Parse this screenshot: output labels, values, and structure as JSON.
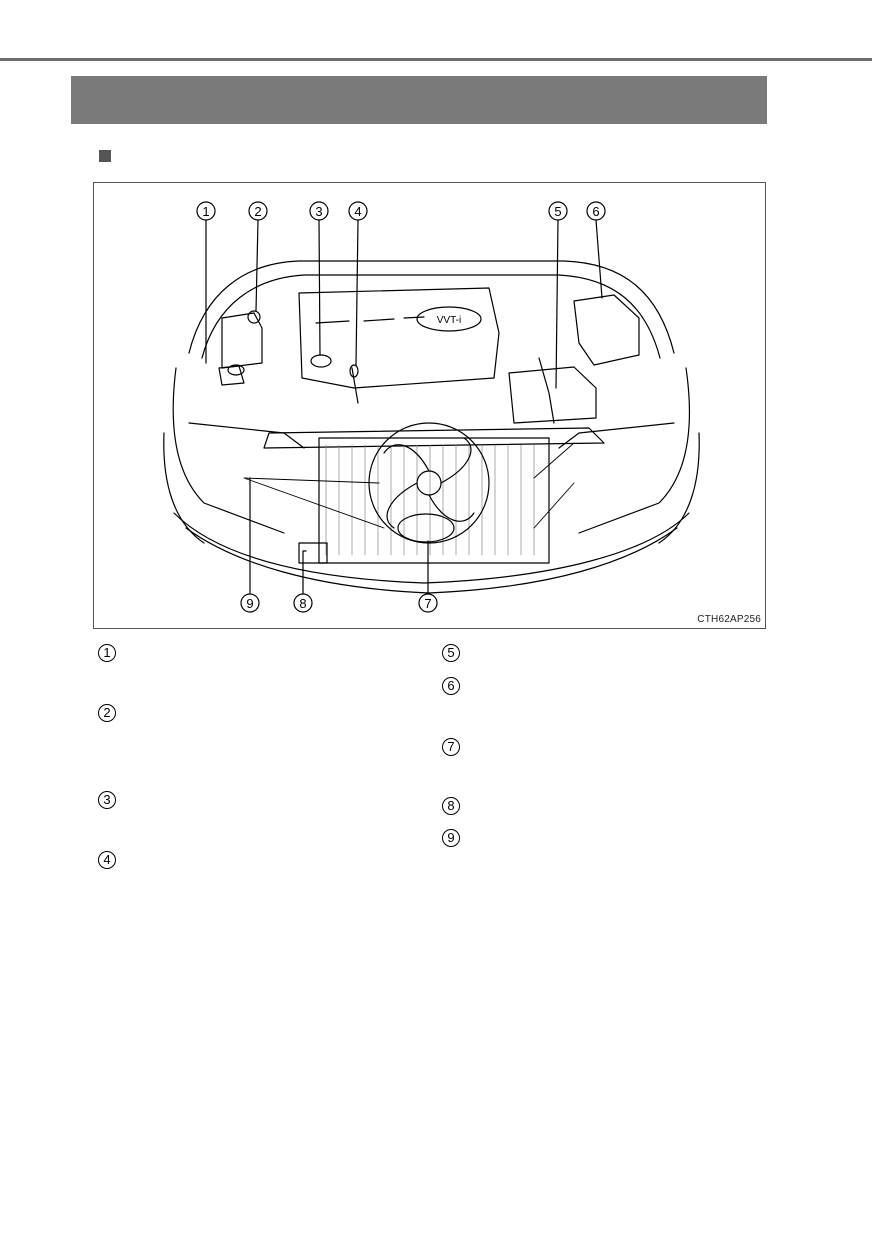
{
  "figure": {
    "code": "CTH62AP256",
    "callouts": [
      "1",
      "2",
      "3",
      "4",
      "5",
      "6",
      "7",
      "8",
      "9"
    ],
    "engine_cover_text": "VVT-i"
  },
  "legend": [
    "1",
    "2",
    "3",
    "4",
    "5",
    "6",
    "7",
    "8",
    "9"
  ],
  "colors": {
    "header": "#7a7a7a",
    "rule": "#6d6d6d",
    "bullet": "#555555"
  }
}
